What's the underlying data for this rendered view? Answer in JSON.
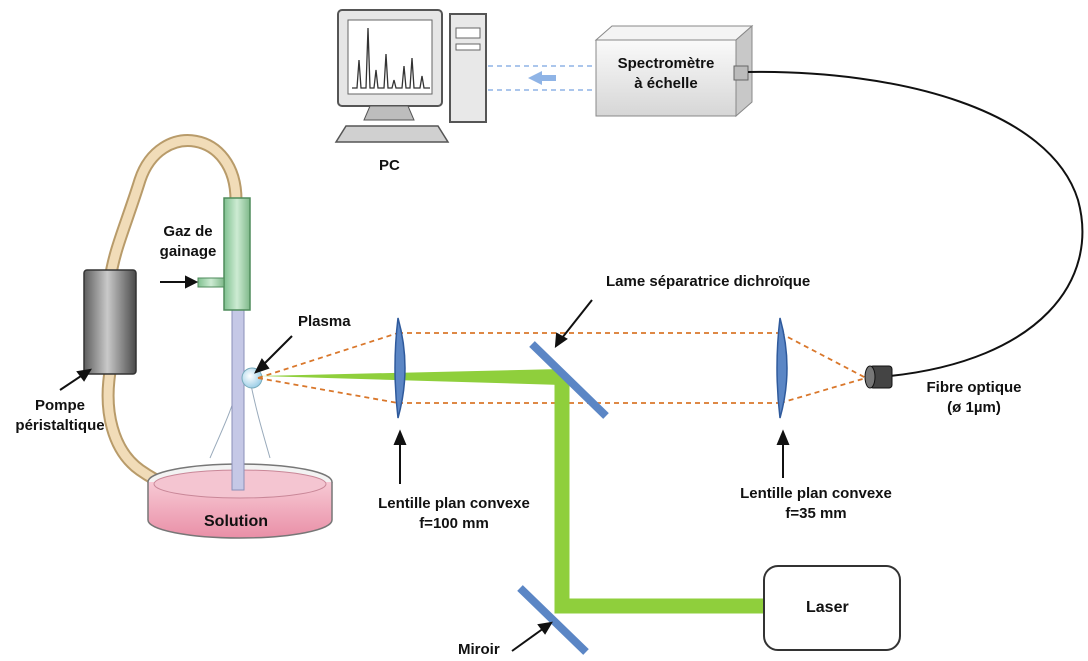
{
  "labels": {
    "pc": "PC",
    "spectrometer_line1": "Spectromètre",
    "spectrometer_line2": "à échelle",
    "gaz_line1": "Gaz de",
    "gaz_line2": "gainage",
    "plasma": "Plasma",
    "pompe_line1": "Pompe",
    "pompe_line2": "péristaltique",
    "solution": "Solution",
    "lame": "Lame séparatrice dichroïque",
    "lens1_line1": "Lentille plan convexe",
    "lens1_line2": "f=100 mm",
    "lens2_line1": "Lentille plan convexe",
    "lens2_line2": "f=35 mm",
    "fibre_line1": "Fibre optique",
    "fibre_line2": "(ø 1µm)",
    "miroir": "Miroir",
    "laser": "Laser"
  },
  "colors": {
    "laser_beam": "#8fcf3c",
    "collection_path": "#d9772b",
    "optic_element": "#5b86c5",
    "tube": "#f1dcb8",
    "torch": "#a8d8b0",
    "pump": "#8a8a8a",
    "solution": "#f2b8c6",
    "data_link": "#8fb4e6"
  }
}
